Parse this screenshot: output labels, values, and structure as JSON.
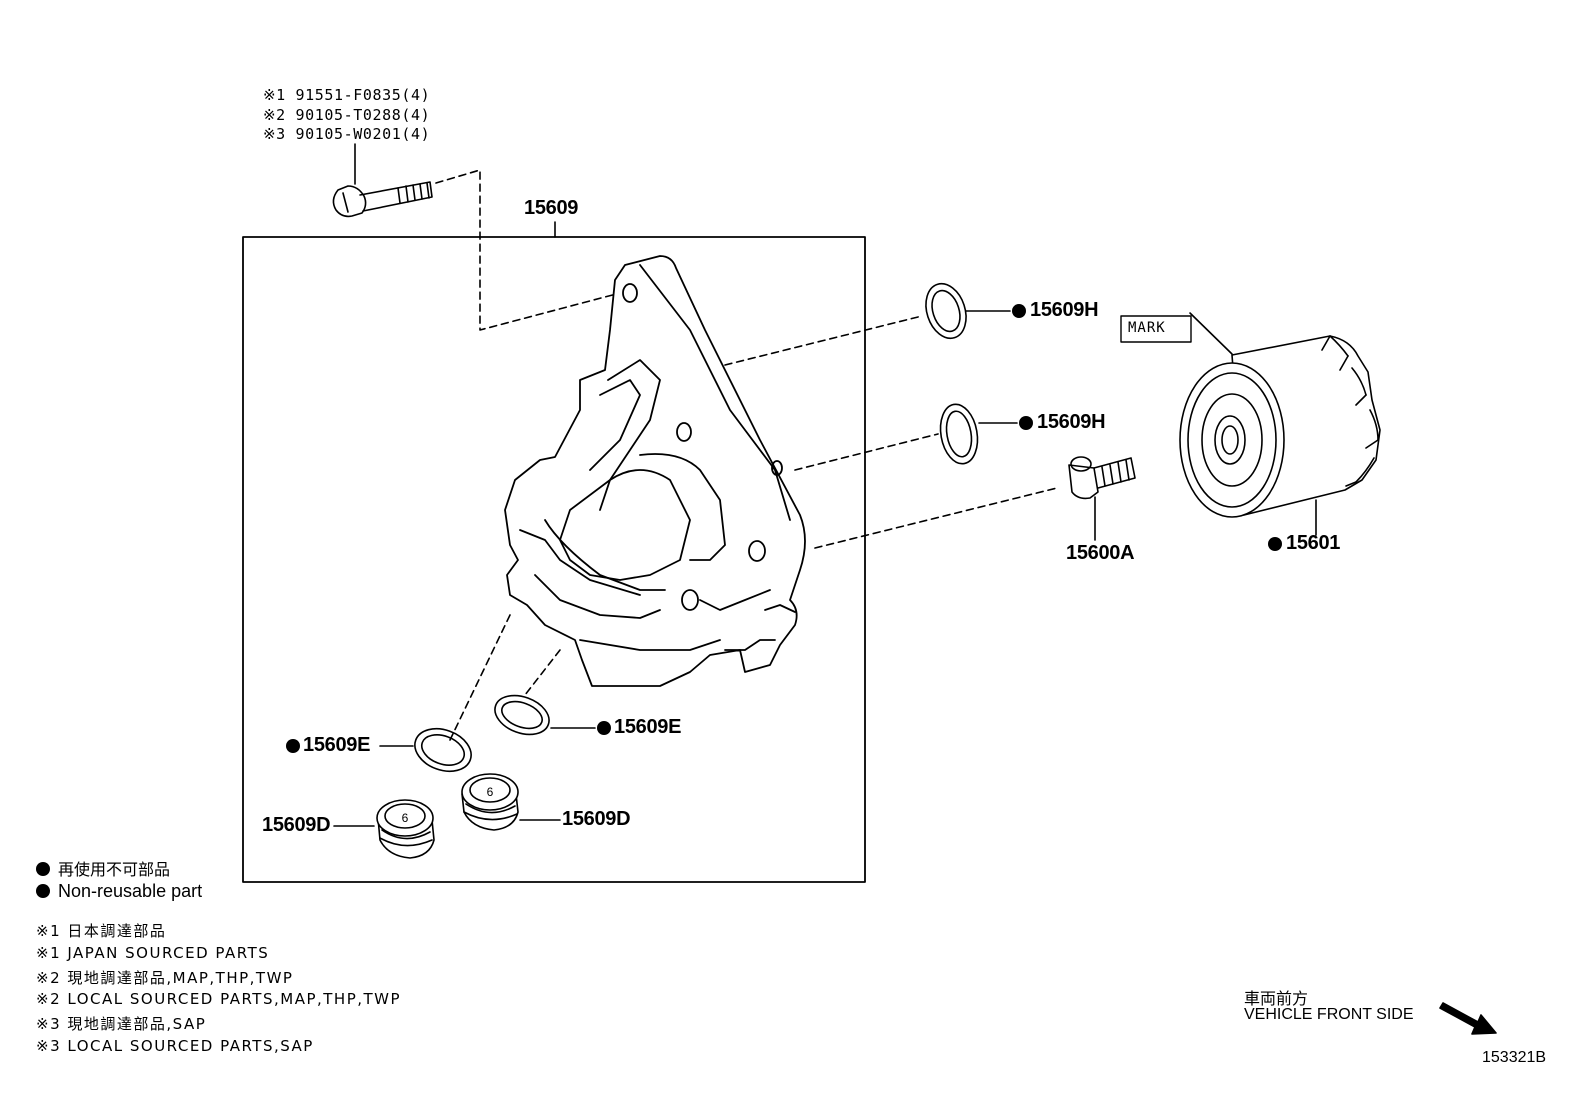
{
  "bolt_callouts": [
    {
      "mark": "※1",
      "part": "91551-F0835(4)"
    },
    {
      "mark": "※2",
      "part": "90105-T0288(4)"
    },
    {
      "mark": "※3",
      "part": "90105-W0201(4)"
    }
  ],
  "labels": {
    "assembly": "15609",
    "oring_h_upper": "15609H",
    "oring_h_lower": "15609H",
    "union": "15600A",
    "filter": "15601",
    "oring_e_right": "15609E",
    "oring_e_left": "15609E",
    "plug_left": "15609D",
    "plug_right": "15609D",
    "mark": "MARK"
  },
  "legend": {
    "nonreusable_jp": "再使用不可部品",
    "nonreusable_en": "Non-reusable part"
  },
  "notes": [
    "※1 日本調達部品",
    "※1 JAPAN SOURCED PARTS",
    "※2 現地調達部品,MAP,THP,TWP",
    "※2 LOCAL SOURCED PARTS,MAP,THP,TWP",
    "※3 現地調達部品,SAP",
    "※3 LOCAL SOURCED PARTS,SAP"
  ],
  "direction": {
    "jp": "車両前方",
    "en": "VEHICLE FRONT SIDE"
  },
  "figure_id": "153321B"
}
